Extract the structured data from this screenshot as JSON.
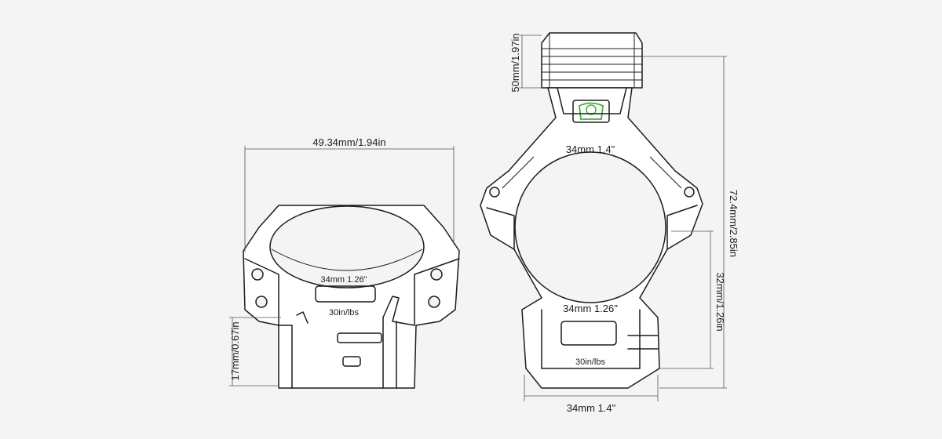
{
  "left_mount": {
    "width_label": "49.34mm/1.94in",
    "height_label": "17mm/0.67in",
    "ring_label": "34mm  1.26\"",
    "torque_label": "30in/lbs"
  },
  "right_mount": {
    "top_height_label": "50mm/1.97in",
    "total_height_label": "72.4mm/2.85in",
    "center_height_label": "32mm/1.26in",
    "bottom_width_label": "34mm 1.4\"",
    "ring_top_label": "34mm 1.4\"",
    "ring_bottom_label": "34mm  1.26\"",
    "torque_label": "30in/lbs"
  },
  "colors": {
    "line": "#1c1c1c",
    "background": "#f4f4f4",
    "bubble_level": "#3cb43c"
  }
}
